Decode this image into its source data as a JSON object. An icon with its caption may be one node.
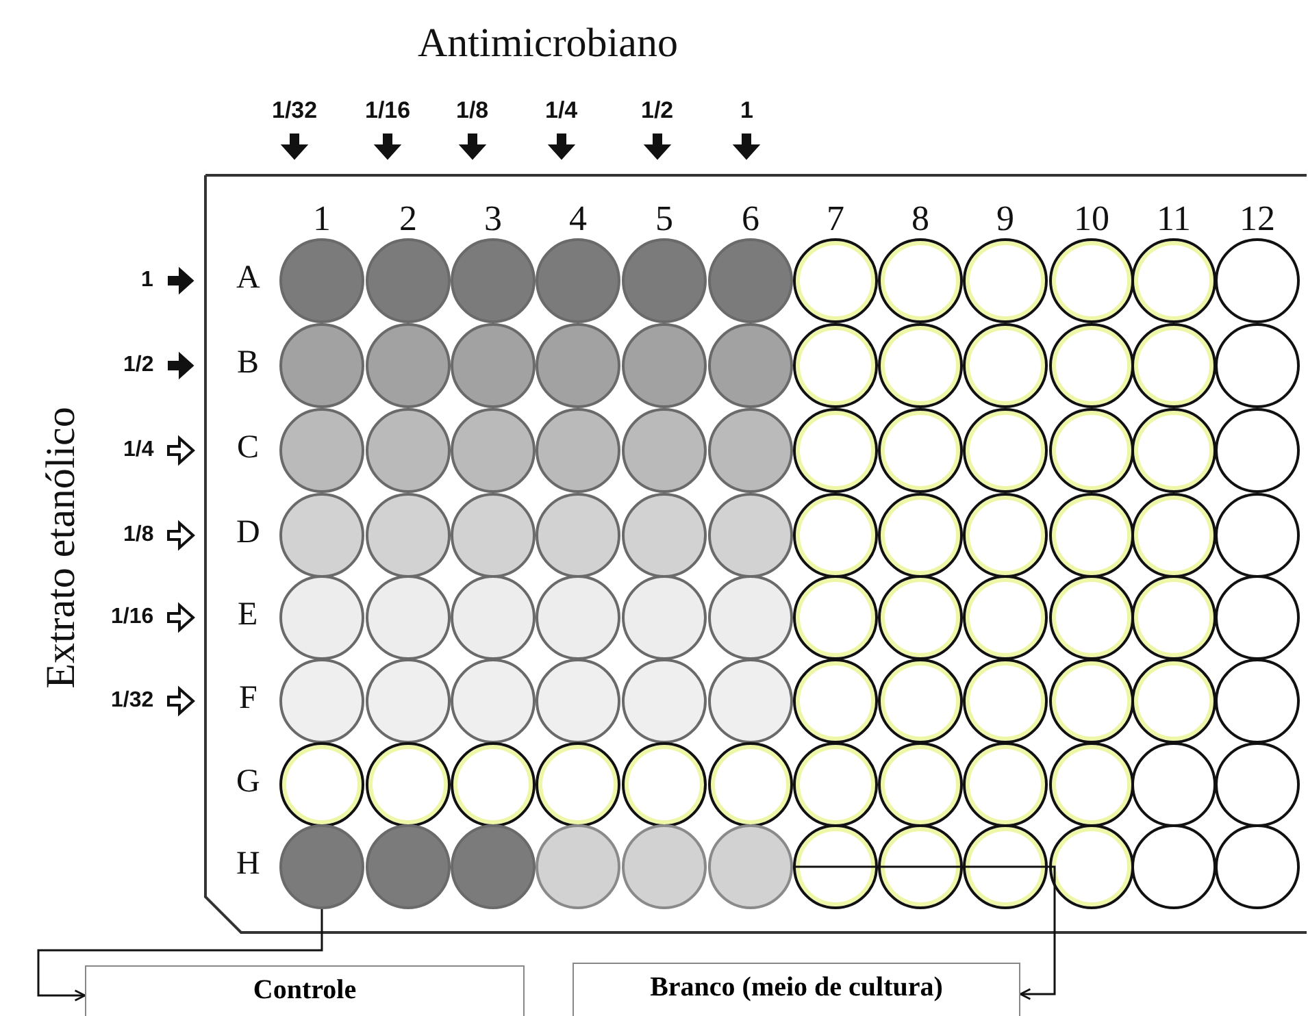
{
  "diagram": {
    "nodes": [
      {
        "text": [],
        "shape": "circle"
      },
      {
        "text": [],
        "shape": "circle"
      },
      {
        "text": [],
        "shape": "circle"
      },
      {
        "text": [],
        "shape": "circle"
      },
      {
        "text": [],
        "shape": "circle"
      },
      {
        "text": [],
        "shape": "circle"
      },
      {
        "text": [],
        "shape": "circle"
      },
      {
        "text": [],
        "shape": "circle"
      },
      {
        "text": [],
        "shape": "circle"
      },
      {
        "text": [],
        "shape": "circle"
      },
      {
        "text": [],
        "shape": "circle"
      },
      {
        "text": [],
        "shape": "circle"
      },
      {
        "text": [],
        "shape": "circle"
      },
      {
        "text": [],
        "shape": "circle"
      },
      {
        "text": [],
        "shape": "circle"
      },
      {
        "text": [],
        "shape": "circle"
      },
      {
        "text": [],
        "shape": "circle"
      },
      {
        "text": [],
        "shape": "circle"
      },
      {
        "text": [],
        "shape": "circle"
      },
      {
        "text": [],
        "shape": "circle"
      },
      {
        "text": [],
        "shape": "circle"
      },
      {
        "text": [],
        "shape": "circle"
      },
      {
        "text": [],
        "shape": "circle"
      },
      {
        "text": [],
        "shape": "circle"
      },
      {
        "text": [],
        "shape": "circle"
      },
      {
        "text": [],
        "shape": "circle"
      },
      {
        "text": [],
        "shape": "circle"
      },
      {
        "text": [],
        "shape": "circle"
      },
      {
        "text": [],
        "shape": "circle"
      },
      {
        "text": [],
        "shape": "circle"
      },
      {
        "text": [],
        "shape": "circle"
      },
      {
        "text": [],
        "shape": "circle"
      },
      {
        "text": [],
        "shape": "circle"
      },
      {
        "text": [],
        "shape": "circle"
      },
      {
        "text": [],
        "shape": "circle"
      },
      {
        "text": [],
        "shape": "circle"
      },
      {
        "text": [],
        "shape": "circle"
      },
      {
        "text": [],
        "shape": "circle"
      },
      {
        "text": [],
        "shape": "circle"
      },
      {
        "text": [],
        "shape": "circle"
      },
      {
        "text": [],
        "shape": "circle"
      },
      {
        "text": [],
        "shape": "circle"
      },
      {
        "text": [],
        "shape": "circle"
      },
      {
        "text": [],
        "shape": "circle"
      },
      {
        "text": [],
        "shape": "circle"
      },
      {
        "text": [],
        "shape": "circle"
      },
      {
        "text": [],
        "shape": "circle"
      },
      {
        "text": [],
        "shape": "circle"
      },
      {
        "text": [],
        "shape": "circle"
      },
      {
        "text": [],
        "shape": "circle"
      },
      {
        "text": [],
        "shape": "circle"
      },
      {
        "text": [],
        "shape": "circle"
      },
      {
        "text": [],
        "shape": "circle"
      },
      {
        "text": [],
        "shape": "circle"
      },
      {
        "text": [],
        "shape": "circle"
      },
      {
        "text": [],
        "shape": "circle"
      },
      {
        "text": [],
        "shape": "circle"
      },
      {
        "text": [],
        "shape": "circle"
      },
      {
        "text": [],
        "shape": "circle"
      },
      {
        "text": [],
        "shape": "circle"
      },
      {
        "text": [],
        "shape": "circle"
      },
      {
        "text": [],
        "shape": "circle"
      },
      {
        "text": [],
        "shape": "circle"
      },
      {
        "text": [],
        "shape": "circle"
      },
      {
        "text": [],
        "shape": "circle"
      },
      {
        "text": [],
        "shape": "circle"
      },
      {
        "text": [],
        "shape": "circle"
      },
      {
        "text": [],
        "shape": "circle"
      },
      {
        "text": [],
        "shape": "circle"
      },
      {
        "text": [],
        "shape": "circle"
      },
      {
        "text": [],
        "shape": "circle"
      },
      {
        "text": [],
        "shape": "circle"
      },
      {
        "text": [],
        "shape": "circle"
      },
      {
        "text": [],
        "shape": "circle"
      },
      {
        "text": [],
        "shape": "circle"
      },
      {
        "text": [],
        "shape": "circle"
      },
      {
        "text": [],
        "shape": "circle"
      },
      {
        "text": [],
        "shape": "circle"
      },
      {
        "text": [],
        "shape": "circle"
      },
      {
        "text": [],
        "shape": "circle"
      },
      {
        "text": [],
        "shape": "circle"
      },
      {
        "text": [],
        "shape": "circle"
      },
      {
        "text": [],
        "shape": "circle"
      },
      {
        "text": [],
        "shape": "circle"
      },
      {
        "text": [],
        "shape": "circle"
      },
      {
        "text": [],
        "shape": "circle"
      },
      {
        "text": [],
        "shape": "circle"
      },
      {
        "text": [],
        "shape": "circle"
      },
      {
        "text": [],
        "shape": "circle"
      },
      {
        "text": [],
        "shape": "circle"
      },
      {
        "text": [],
        "shape": "circle"
      },
      {
        "text": [],
        "shape": "circle"
      },
      {
        "text": [],
        "shape": "circle"
      },
      {
        "text": [],
        "shape": "circle"
      },
      {
        "text": [],
        "shape": "circle"
      },
      {
        "text": [],
        "shape": "circle"
      },
      {
        "text": [
          "Controle"
        ]
      },
      {
        "text": [
          "Branco (meio de cultura)"
        ]
      }
    ],
    "edges": [
      {
        "from": 84,
        "to": 96,
        "arrow": "to"
      },
      {
        "from": 89,
        "to": 97,
        "arrow": "to"
      }
    ],
    "labels": [
      "Antimicrobiano",
      "1/32",
      "1/16",
      "1/8",
      "1/4",
      "1/2",
      "1",
      "1",
      "2",
      "3",
      "4",
      "5",
      "6",
      "7",
      "8",
      "9",
      "10",
      "11",
      "12",
      "Extrato etanólico",
      "1",
      "A",
      "1/2",
      "B",
      "1/4",
      "C",
      "1/8",
      "D",
      "1/16",
      "E",
      "1/32",
      "F",
      "G",
      "H"
    ]
  }
}
